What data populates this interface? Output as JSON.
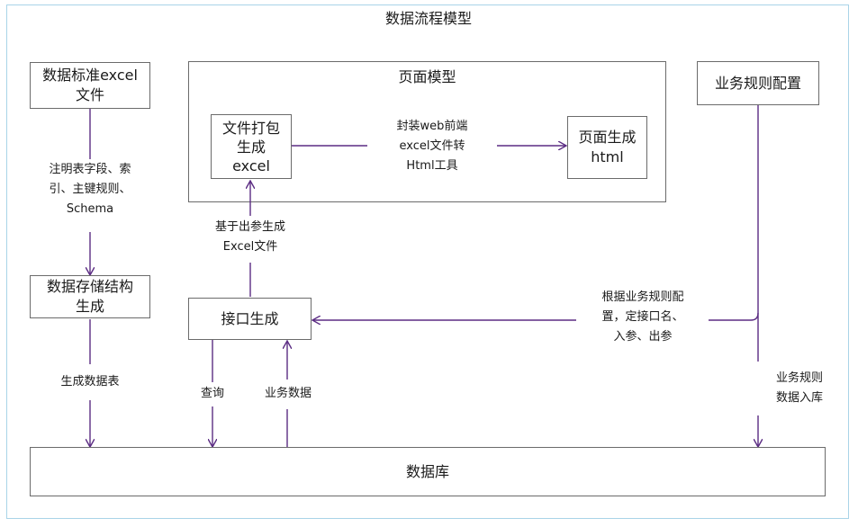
{
  "title": "数据流程模型",
  "page_model_label": "页面模型",
  "boxes": {
    "excel_std": "数据标准excel\n文件",
    "storage": "数据存储结构\n生成",
    "pack": "文件打包\n生成\nexcel",
    "page_gen": "页面生成\nhtml",
    "api_gen": "接口生成",
    "biz_rule": "业务规则配置",
    "database": "数据库"
  },
  "labels": {
    "annotate": "注明表字段、索\n引、主键规则、\nSchema",
    "gen_table": "生成数据表",
    "wrap_tool": "封装web前端\nexcel文件转\nHtml工具",
    "gen_excel": "基于出参生成\nExcel文件",
    "by_rule": "根据业务规则配\n置，定接口名、\n入参、出参",
    "query": "查询",
    "biz_data": "业务数据",
    "rule_store": "业务规则\n数据入库"
  },
  "colors": {
    "arrow": "#5b2c83",
    "border": "#6b6b6b",
    "frame": "#a9d4e8"
  }
}
